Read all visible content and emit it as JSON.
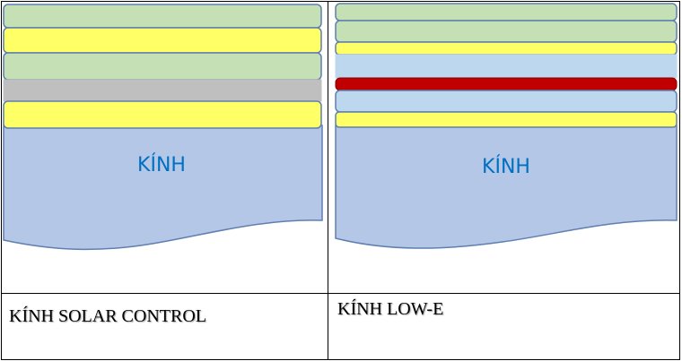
{
  "colors": {
    "glass": "#b4c7e7",
    "glass_stroke": "#5f7fb0",
    "layer_green": "#c5e0b4",
    "layer_yellow": "#ffff66",
    "layer_gray": "#bfbfbf",
    "layer_lightblue": "#bdd7ee",
    "layer_red": "#c00000",
    "label_text": "#0070c0",
    "table_border": "#000000"
  },
  "left_panel": {
    "glass_label": "KÍNH",
    "caption": "KÍNH SOLAR CONTROL",
    "layers": [
      "green",
      "yellow",
      "green",
      "gray",
      "yellow"
    ]
  },
  "right_panel": {
    "glass_label": "KÍNH",
    "caption": "KÍNH LOW-E",
    "layers": [
      "green",
      "green",
      "yellow",
      "lightblue",
      "red",
      "lightblue",
      "yellow"
    ]
  }
}
